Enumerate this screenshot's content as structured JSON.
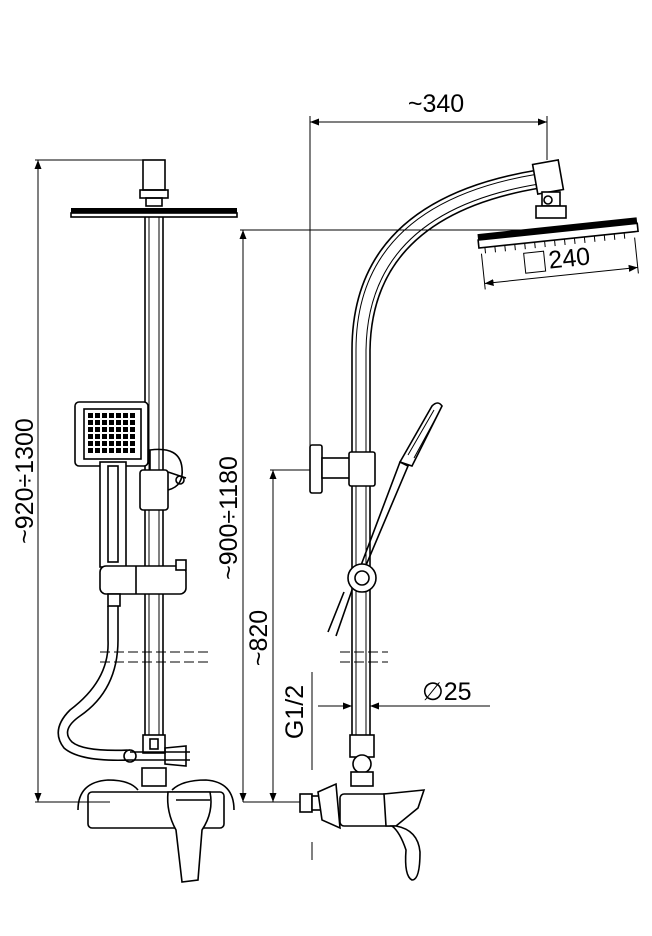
{
  "dimensions": {
    "arm_reach": "~340",
    "head_size": "240",
    "head_size_symbol": "square",
    "total_height": "~920÷1300",
    "head_height": "~900÷1180",
    "outlet_height": "~820",
    "connection_thread": "G1/2",
    "pipe_diameter": "∅25"
  }
}
